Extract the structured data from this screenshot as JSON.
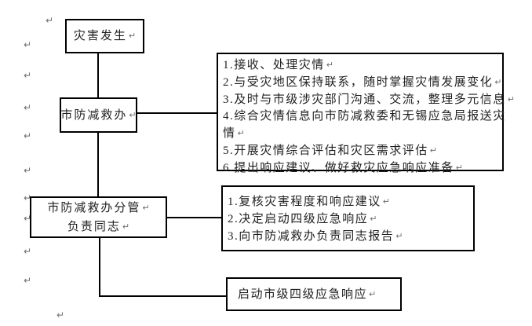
{
  "document": {
    "pilcrow": "↵",
    "background": "#ffffff",
    "colors": {
      "border": "#000000",
      "text": "#1f1f1f",
      "mark": "#6e6e6e"
    }
  },
  "flowchart": {
    "start_box": {
      "label": "灾害发生"
    },
    "office_box": {
      "label": "市防减救办"
    },
    "leader_box": {
      "line1": "市防减救办分管",
      "line2": "负责同志"
    },
    "activation_box": {
      "label": "启动市级四级应急响应"
    },
    "office_tasks_box": {
      "lines": [
        "1.接收、处理灾情",
        "2.与受灾地区保持联系，随时掌握灾情发展变化",
        "3.及时与市级涉灾部门沟通、交流，整理多元信息",
        "4.综合灾情信息向市防减救委和无锡应急局报送灾",
        "情",
        "5.开展灾情综合评估和灾区需求评估",
        "6.提出响应建议、做好救灾应急响应准备"
      ]
    },
    "leader_tasks_box": {
      "lines": [
        "1.复核灾害程度和响应建议",
        "2.决定启动四级应急响应",
        "3.向市防减救办负责同志报告"
      ]
    }
  }
}
